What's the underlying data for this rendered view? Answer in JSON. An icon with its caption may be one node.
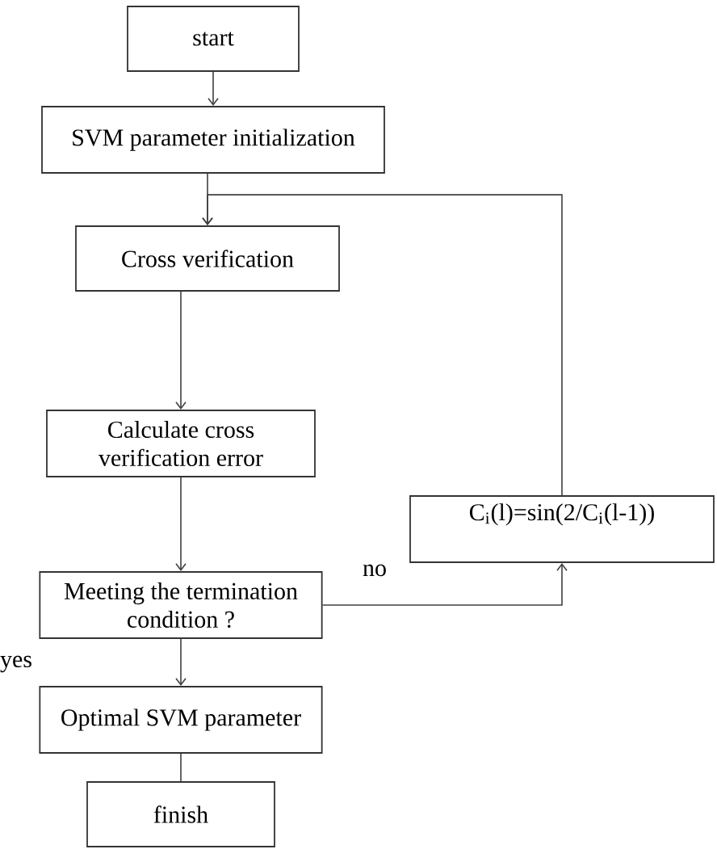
{
  "diagram": {
    "nodes": [
      {
        "text": [
          "start"
        ]
      },
      {
        "text": [
          "SVM parameter initialization"
        ]
      },
      {
        "text": [
          "Cross verification"
        ]
      },
      {
        "text": [
          "Calculate cross verification error"
        ]
      },
      {
        "text": [
          "Meeting the termination condition ?"
        ]
      },
      {
        "text": [
          "Optimal SVM parameter"
        ]
      },
      {
        "text": [
          "C$_{i}$(l)=sin(2/C$_{i}$(l-1))"
        ]
      },
      {
        "text": [
          "finish"
        ]
      }
    ],
    "edges": [
      {
        "from": 0,
        "to": 1,
        "arrow": "to"
      },
      {
        "from": 1,
        "to": 2,
        "arrow": "to"
      },
      {
        "from": 2,
        "to": 3,
        "arrow": "to"
      },
      {
        "from": 3,
        "to": 4,
        "arrow": "to"
      },
      {
        "from": 4,
        "to": 5,
        "arrow": "to"
      },
      {
        "from": 4,
        "to": 6,
        "arrow": "to",
        "label": "no"
      },
      {
        "from": 6,
        "to": 2,
        "arrow": "to"
      },
      {
        "from": 5,
        "to": 7,
        "arrow": "none"
      }
    ],
    "labels": [
      "yes"
    ]
  }
}
